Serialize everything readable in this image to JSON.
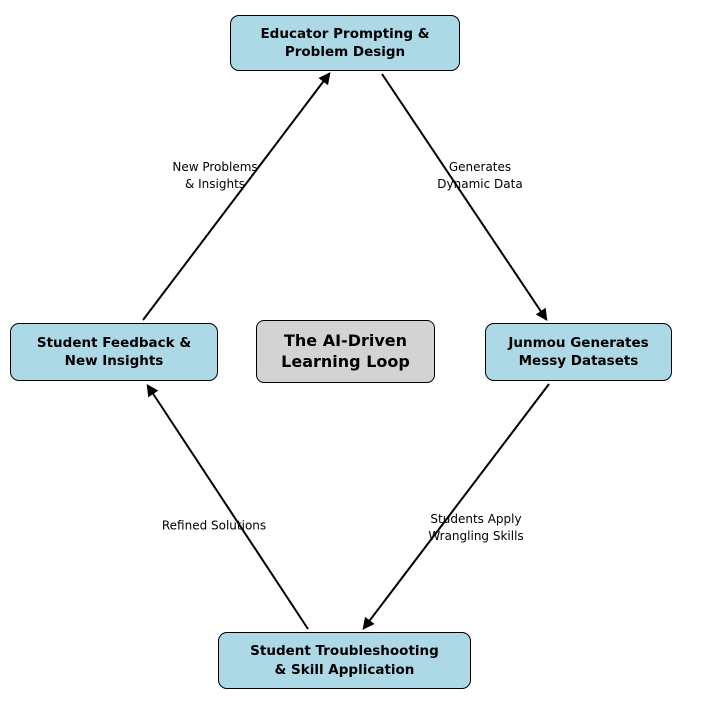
{
  "diagram": {
    "title_box": {
      "label": "The AI-Driven\nLearning Loop"
    },
    "nodes": {
      "educator": {
        "label": "Educator Prompting &\nProblem Design"
      },
      "junmou": {
        "label": "Junmou Generates\nMessy Datasets"
      },
      "troubleshooting": {
        "label": "Student Troubleshooting\n& Skill Application"
      },
      "feedback": {
        "label": "Student Feedback &\nNew Insights"
      }
    },
    "edges": {
      "educator_to_junmou": {
        "label": "Generates\nDynamic Data"
      },
      "junmou_to_troubleshooting": {
        "label": "Students Apply\nWrangling Skills"
      },
      "troubleshooting_to_feedback": {
        "label": "Refined Solutions"
      },
      "feedback_to_educator": {
        "label": "New Problems\n& Insights"
      }
    },
    "colors": {
      "node_fill": "#add8e6",
      "node_border": "#000000",
      "title_fill": "#d3d3d3",
      "arrow": "#000000",
      "background": "#ffffff"
    }
  }
}
